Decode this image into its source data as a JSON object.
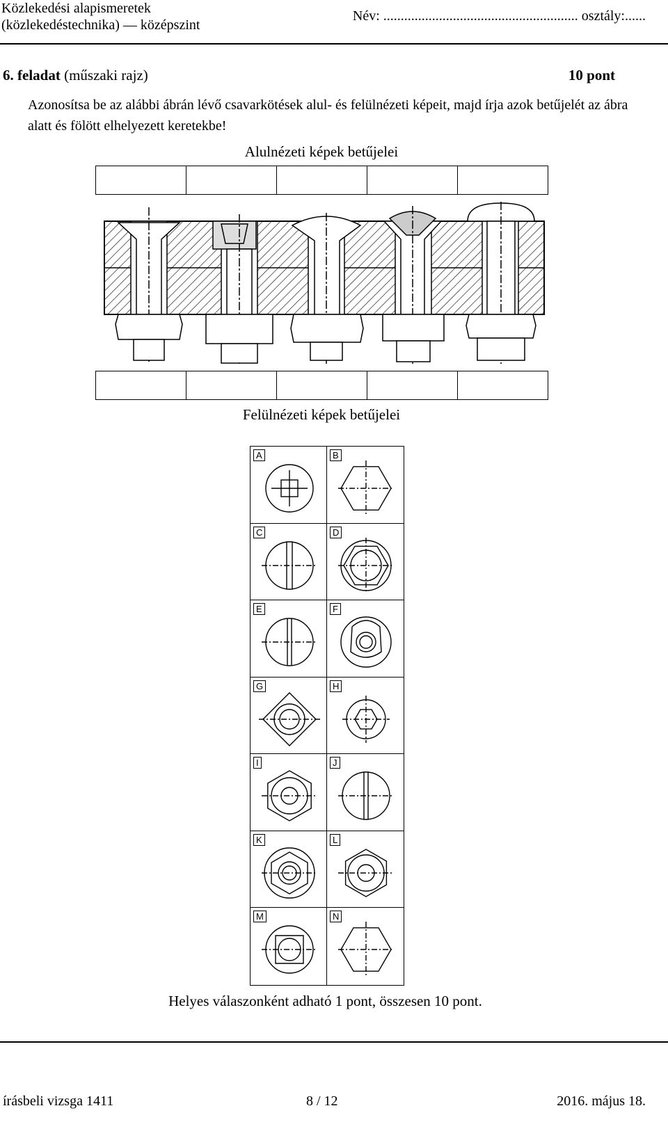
{
  "header": {
    "subject_line1": "Közlekedési alapismeretek",
    "subject_line2": "(közlekedéstechnika) — középszint",
    "name_field": "Név: ........................................................ osztály:......"
  },
  "task": {
    "number": "6. feladat",
    "topic": "(műszaki rajz)",
    "points": "10 pont",
    "instruction": "Azonosítsa be az alábbi ábrán lévő csavarkötések alul- és felülnézeti képeit, majd írja azok betűjelét az ábra alatt és fölött elhelyezett keretekbe!"
  },
  "captions": {
    "bottom_views": "Alulnézeti képek betűjelei",
    "top_views": "Felülnézeti képek betűjelei",
    "scoring": "Helyes válaszonként adható 1 pont, összesen 10 pont."
  },
  "grid_labels": [
    "A",
    "B",
    "C",
    "D",
    "E",
    "F",
    "G",
    "H",
    "I",
    "J",
    "K",
    "L",
    "M",
    "N"
  ],
  "footer": {
    "left": "írásbeli vizsga 1411",
    "center": "8 / 12",
    "right": "2016. május 18."
  }
}
